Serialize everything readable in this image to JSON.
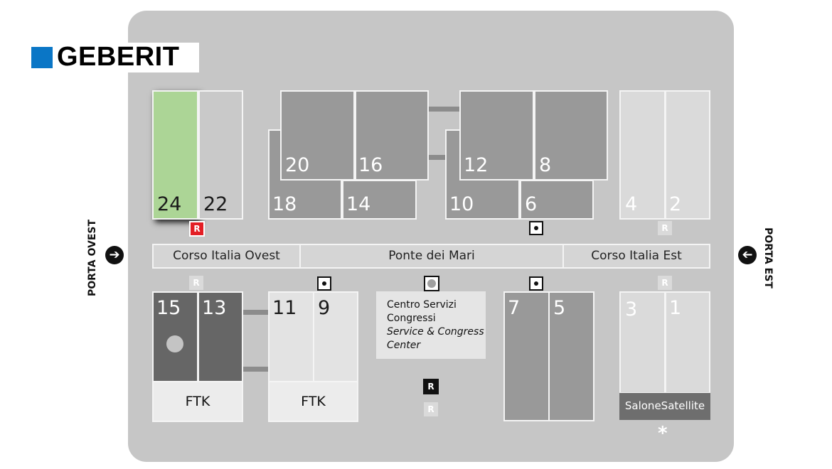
{
  "logo": {
    "text": "GEBERIT",
    "color": "#0a76c6"
  },
  "gates": {
    "west": "PORTA OVEST",
    "east": "PORTA EST"
  },
  "roads": {
    "west": "Corso Italia Ovest",
    "center": "Ponte dei Mari",
    "east": "Corso Italia Est"
  },
  "halls": {
    "h24": "24",
    "h22": "22",
    "h20": "20",
    "h16": "16",
    "h18": "18",
    "h14": "14",
    "h12": "12",
    "h8": "8",
    "h10": "10",
    "h6": "6",
    "h4": "4",
    "h2": "2",
    "h15": "15",
    "h13": "13",
    "h11": "11",
    "h9": "9",
    "h7": "7",
    "h5": "5",
    "h3": "3",
    "h1": "1"
  },
  "ftk": {
    "left": "FTK",
    "right": "FTK"
  },
  "congress": {
    "line1": "Centro Servizi",
    "line2": "Congressi",
    "line3": "Service & Congress",
    "line4": "Center"
  },
  "salone": "SaloneSatellite",
  "signs": {
    "r": "R",
    "star": "*"
  },
  "colors": {
    "highlight_hall": "#acd596",
    "ground": "#c6c6c6",
    "restaurant_red": "#e31e24"
  }
}
